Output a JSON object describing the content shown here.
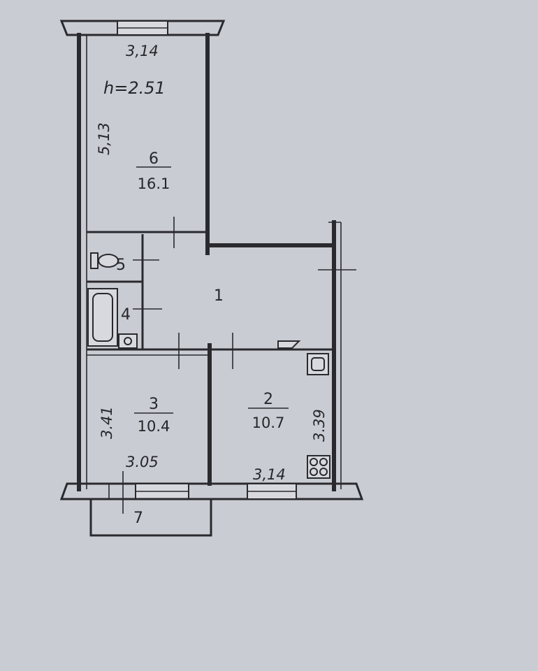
{
  "plan": {
    "ceiling_height": "h=2.51",
    "rooms": [
      {
        "number": "1"
      },
      {
        "number": "2",
        "area": "10.7"
      },
      {
        "number": "3",
        "area": "10.4"
      },
      {
        "number": "4"
      },
      {
        "number": "5"
      },
      {
        "number": "6",
        "area": "16.1"
      },
      {
        "number": "7"
      }
    ],
    "dimensions": {
      "room6_width": "3,14",
      "room6_length": "5,13",
      "room3_length": "3.41",
      "room3_width": "3.05",
      "room2_length": "3.39",
      "room2_width": "3,14"
    }
  }
}
